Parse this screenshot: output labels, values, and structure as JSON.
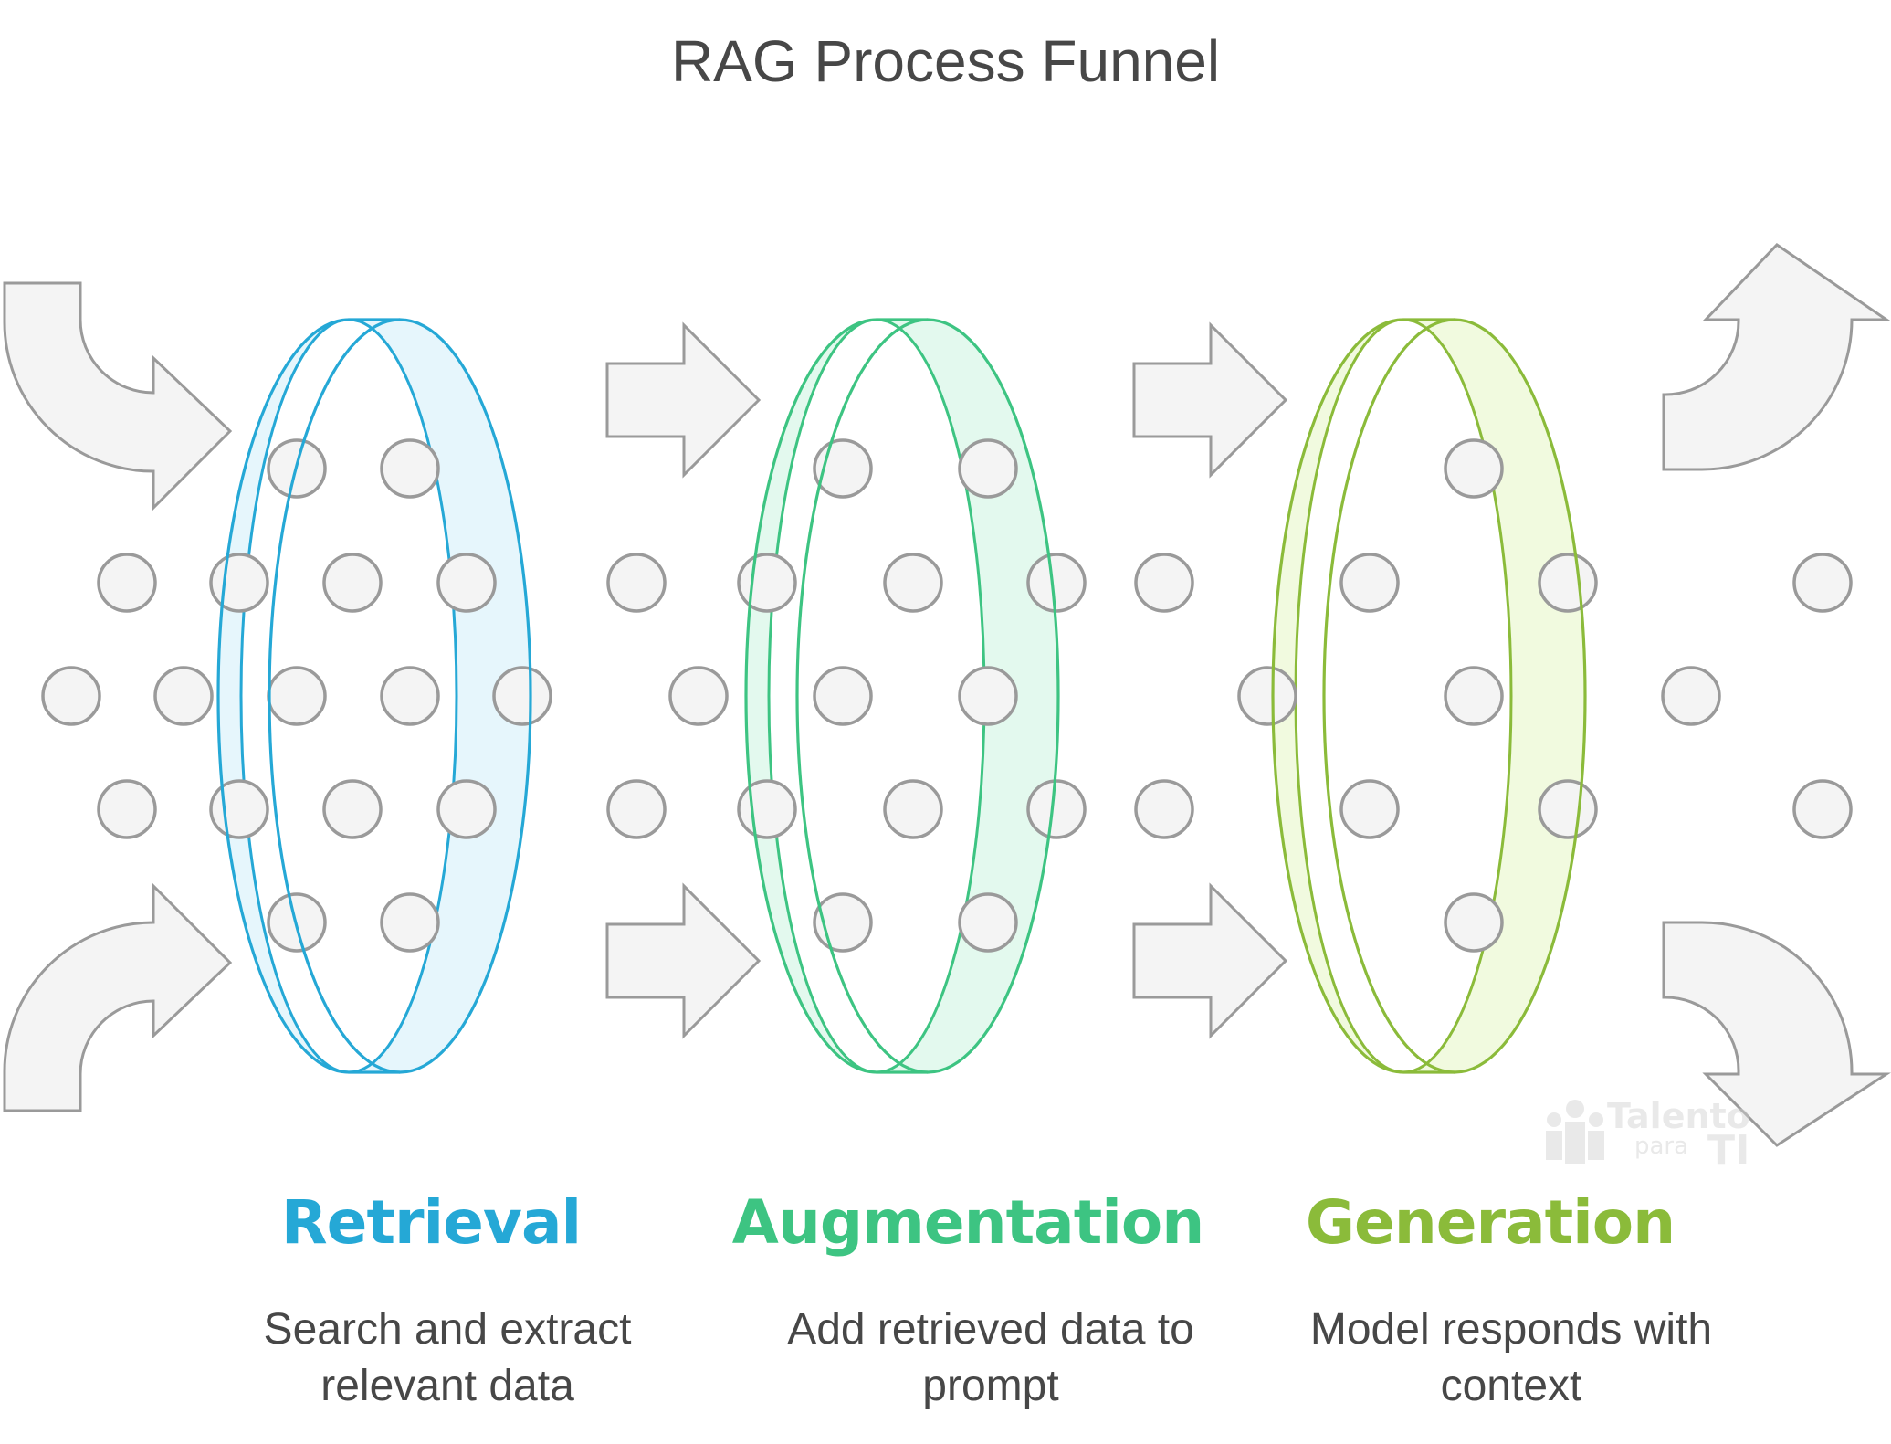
{
  "title": "RAG Process Funnel",
  "stages": [
    {
      "name": "Retrieval",
      "description_line1": "Search and extract",
      "description_line2": "relevant data",
      "color": "#25A8D6",
      "fill": "#E6F6FC"
    },
    {
      "name": "Augmentation",
      "description_line1": "Add retrieved data to",
      "description_line2": "prompt",
      "color": "#3DC482",
      "fill": "#E3F9EE"
    },
    {
      "name": "Generation",
      "description_line1": "Model responds with",
      "description_line2": "context",
      "color": "#8BBB3A",
      "fill": "#F1FADF"
    }
  ],
  "watermark": {
    "line1": "Talento",
    "line2": "para",
    "line3": "TI"
  },
  "colors": {
    "arrow_fill": "#F4F4F4",
    "arrow_stroke": "#9A9A9A",
    "dot_fill": "#F4F4F4",
    "dot_stroke": "#9A9A9A",
    "text": "#474747"
  }
}
